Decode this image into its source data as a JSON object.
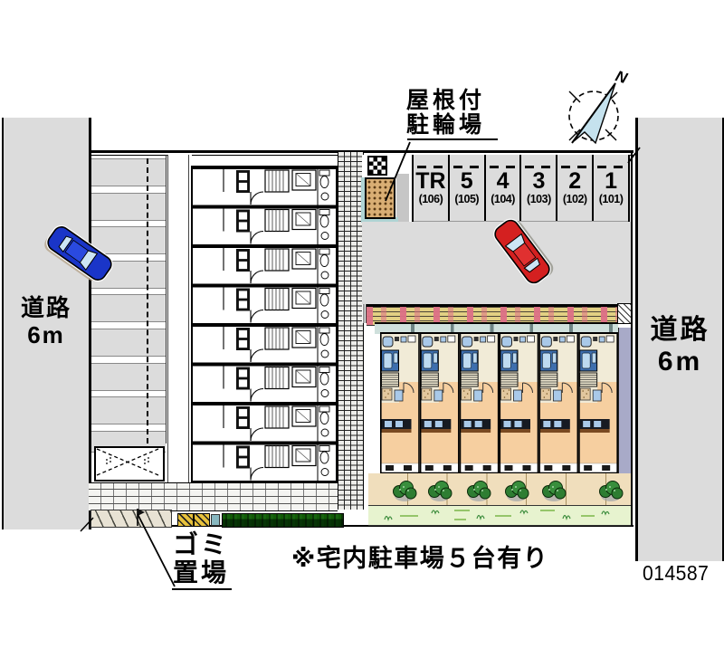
{
  "plan": {
    "id": "014587",
    "note": "※宅内駐車場５台有り"
  },
  "roads": {
    "left": {
      "name": "道路",
      "width": "6m"
    },
    "right": {
      "name": "道路",
      "width": "6m"
    }
  },
  "compass": {
    "north_label": "N"
  },
  "parking_row": {
    "stalls": [
      {
        "label": "TR",
        "code": "(106)"
      },
      {
        "label": "5",
        "code": "(105)"
      },
      {
        "label": "4",
        "code": "(104)"
      },
      {
        "label": "3",
        "code": "(103)"
      },
      {
        "label": "2",
        "code": "(102)"
      },
      {
        "label": "1",
        "code": "(101)"
      }
    ]
  },
  "labels": {
    "bicycle_parking": {
      "line1": "屋根付",
      "line2": "駐輪場"
    },
    "garbage_area": {
      "line1": "ゴミ",
      "line2": "置場"
    }
  },
  "colors": {
    "road_gray": "#DCDCDC",
    "brick_tan": "#E2D083",
    "brick_pink": "#DD7086",
    "unit_floor_peach": "#F6CFA0",
    "unit_cream": "#F1EBD7",
    "fixture_blue": "#A9C9E9",
    "bath_blue": "#3E6FAE",
    "canopy_teal": "#CFE0DC",
    "side_wall_lavender": "#A8AAC8",
    "bush_green": "#2E7D32",
    "grass_green": "#E7F3CF",
    "bike_box_tan": "#D9AE74",
    "car_blue": "#1A35C8",
    "car_red": "#D42020",
    "compass_needle_blue": "#C5E2EE"
  }
}
